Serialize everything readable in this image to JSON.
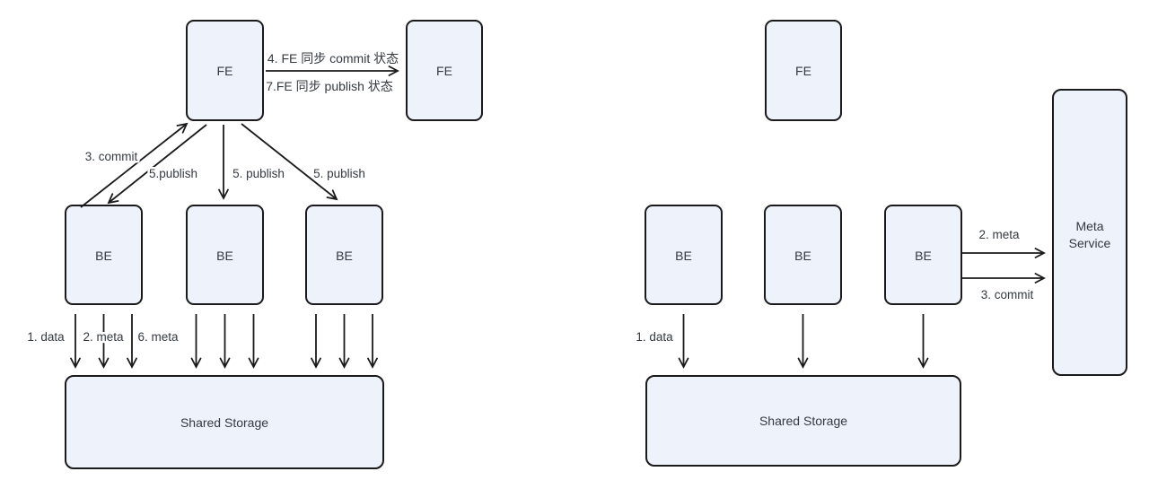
{
  "colors": {
    "box_fill": "#eef2fb",
    "box_border": "#1a1a1a",
    "text_color": "#343a40",
    "background": "#ffffff"
  },
  "left_diagram": {
    "fe_primary_label": "FE",
    "fe_replica_label": "FE",
    "be_labels": [
      "BE",
      "BE",
      "BE"
    ],
    "shared_storage_label": "Shared Storage",
    "edge_labels": {
      "fe_sync_commit": "4. FE 同步 commit 状态",
      "fe_sync_publish": "7.FE 同步 publish 状态",
      "be_commit": "3. commit",
      "publish_be1": "5.publish",
      "publish_be2": "5. publish",
      "publish_be3": "5. publish",
      "write_data": "1. data",
      "write_meta": "2. meta",
      "write_meta_6": "6. meta"
    }
  },
  "right_diagram": {
    "fe_label": "FE",
    "be_labels": [
      "BE",
      "BE",
      "BE"
    ],
    "shared_storage_label": "Shared Storage",
    "meta_service_line1": "Meta",
    "meta_service_line2": "Service",
    "edge_labels": {
      "write_data": "1. data",
      "meta": "2. meta",
      "commit": "3. commit"
    }
  }
}
